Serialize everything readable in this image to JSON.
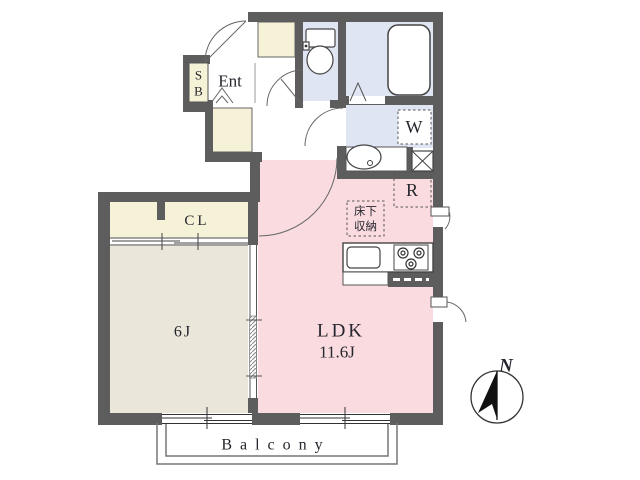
{
  "plan": {
    "rooms": {
      "ldk": {
        "name": "LDK",
        "size": "11.6J"
      },
      "bedroom": {
        "size": "6J"
      },
      "closet": {
        "label": "CL"
      },
      "entrance": {
        "label": "Ent"
      },
      "shoe_box": {
        "line1": "S",
        "line2": "B"
      },
      "washer_space": {
        "label": "W"
      },
      "refrigerator_space": {
        "label": "R"
      },
      "underfloor_storage": {
        "line1": "床下",
        "line2": "収納"
      },
      "balcony": {
        "label": "Balcony"
      }
    },
    "compass": {
      "label": "N"
    },
    "colors": {
      "wall": "#5d5d5d",
      "ldk_floor": "#fadce0",
      "bedroom_floor": "#eae6da",
      "closet_floor": "#f6f2d8",
      "wet_floor": "#dfe5f2",
      "fixture_fill": "#ffffff",
      "line": "#555555",
      "text": "#26262e"
    }
  }
}
